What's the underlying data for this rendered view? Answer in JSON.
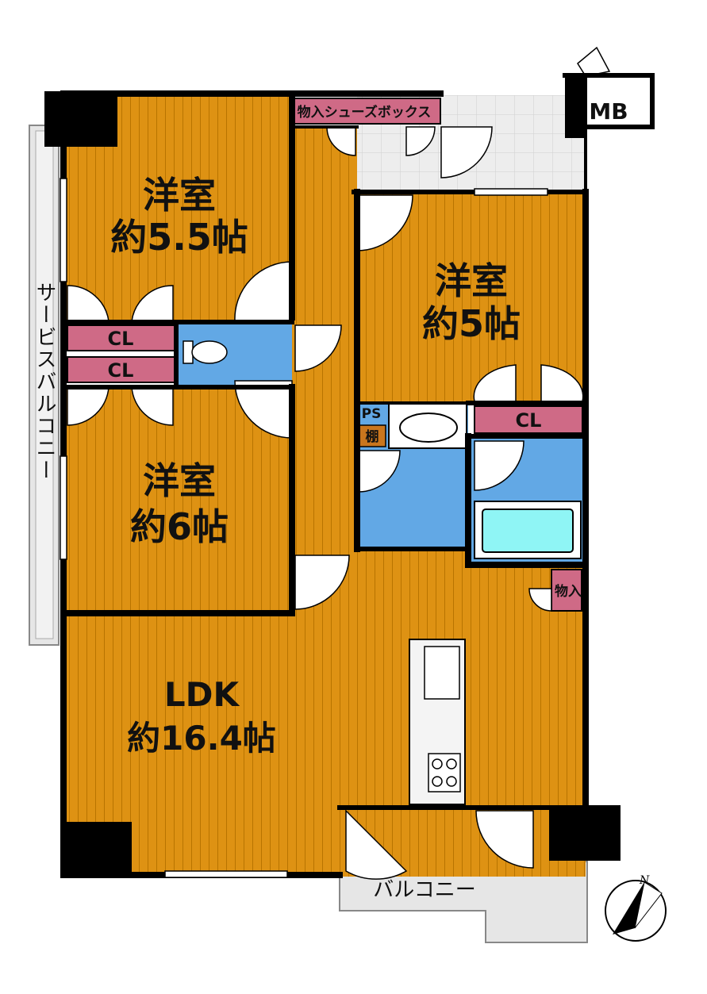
{
  "rooms": {
    "western_room_1": {
      "name": "洋室",
      "size": "約5.5帖"
    },
    "western_room_2": {
      "name": "洋室",
      "size": "約6帖"
    },
    "western_room_3": {
      "name": "洋室",
      "size": "約5帖"
    },
    "ldk": {
      "name": "LDK",
      "size": "約16.4帖"
    }
  },
  "closets": {
    "cl_1": "CL",
    "cl_2": "CL",
    "cl_3": "CL"
  },
  "storage": {
    "shoe_box": "物入シューズボックス",
    "storage_small": "物入",
    "ps": "PS",
    "shelf": "棚",
    "mb": "MB"
  },
  "balconies": {
    "main": "バルコニー",
    "service": "サービスバルコニー"
  },
  "compass": {
    "north": "N"
  },
  "colors": {
    "floor": "#DE9213",
    "floor_line": "#B87400",
    "wet_area": "#62A8E5",
    "closet": "#CF6A86",
    "wall": "#000000",
    "balcony": "#E6E6E6",
    "bath": "#8FF5F5"
  }
}
